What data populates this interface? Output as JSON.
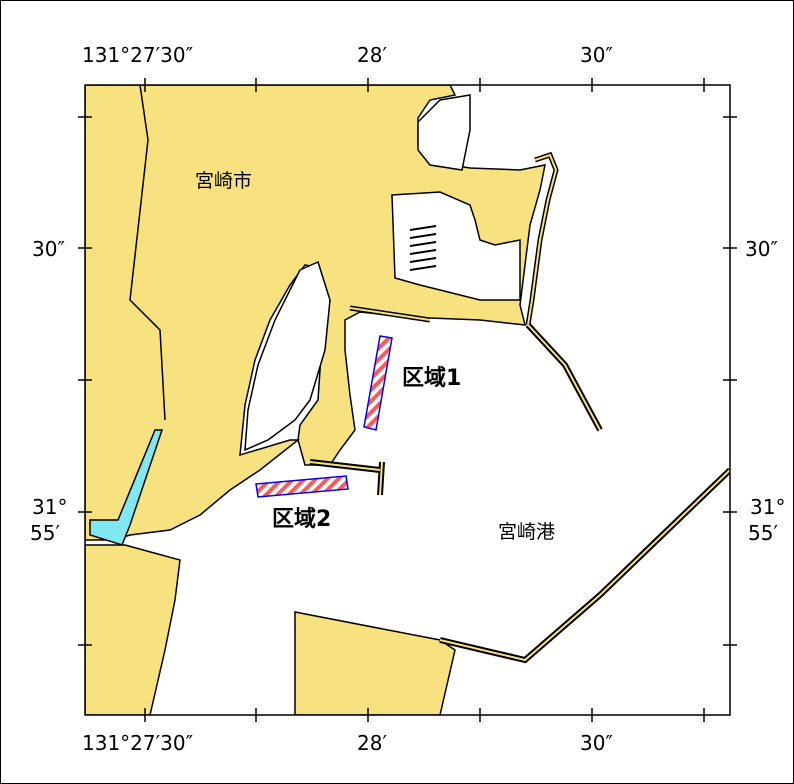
{
  "map": {
    "top_ticks": [
      "131°27′30″",
      "28′",
      "30″"
    ],
    "bottom_ticks": [
      "131°27′30″",
      "28′",
      "30″"
    ],
    "left_lat": {
      "sec30": "30″",
      "deg_line1": "31°",
      "deg_line2": "55′"
    },
    "right_lat": {
      "sec30": "30″",
      "deg_line1": "31°",
      "deg_line2": "55′"
    },
    "places": {
      "city": "宮崎市",
      "port": "宮崎港"
    },
    "zones": {
      "zone1": "区域1",
      "zone2": "区域2"
    },
    "colors": {
      "land": "#f7e27f",
      "water": "#ffffff",
      "canal": "#7fe8f0",
      "zone_fill": "#ff5a5a",
      "zone_border": "#0000ff",
      "coast": "#000000"
    }
  }
}
